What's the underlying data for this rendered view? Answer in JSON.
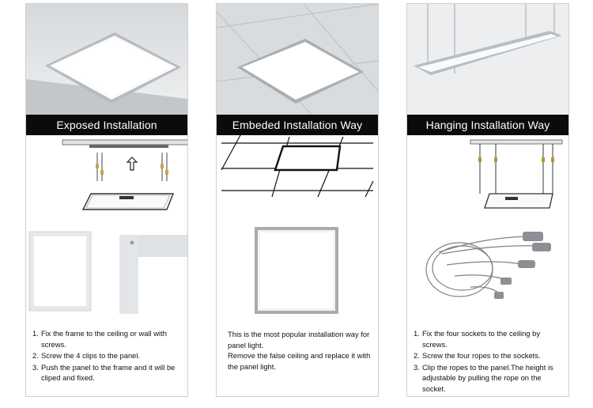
{
  "columns": [
    {
      "title": "Exposed Installation",
      "steps": [
        {
          "num": "1.",
          "text": "Fix the frame to the ceiling or wall with screws."
        },
        {
          "num": "2.",
          "text": "Screw the 4 clips to the panel."
        },
        {
          "num": "3.",
          "text": "Push the panel to the frame and it will be cliped and fixed."
        }
      ]
    },
    {
      "title": "Embeded Installation Way",
      "paragraph": [
        "This is the most popular installation way for panel light.",
        "Remove the false ceiling and replace it with the panel light."
      ]
    },
    {
      "title": "Hanging Installation Way",
      "steps": [
        {
          "num": "1.",
          "text": "Fix the four sockets to the ceiling by screws."
        },
        {
          "num": "2.",
          "text": "Screw the four ropes to the sockets."
        },
        {
          "num": "3.",
          "text": "Clip the ropes to the panel.The height is adjustable by pulling the rope on the socket."
        }
      ]
    }
  ]
}
